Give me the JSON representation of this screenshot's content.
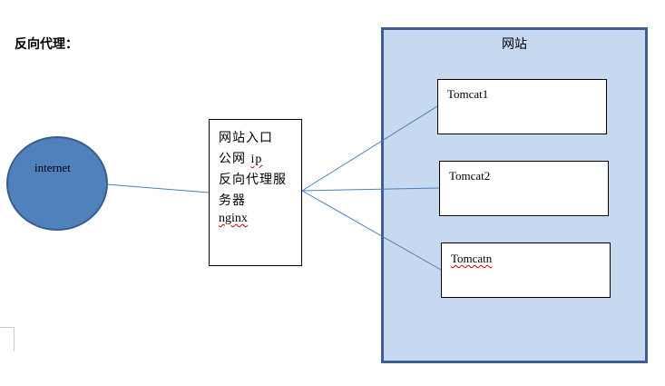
{
  "diagram": {
    "title": "反向代理：",
    "internet": {
      "label": "internet"
    },
    "proxy": {
      "lines": [
        "网站入口",
        "公网 ip",
        "反向代理服",
        "务器",
        "nginx"
      ],
      "proxy_line_1_plain": "公网 ",
      "proxy_line_1_marked": "ip"
    },
    "website": {
      "label": "网站",
      "servers": [
        "Tomcat1",
        "Tomcat2",
        "Tomcatn"
      ]
    },
    "colors": {
      "internet_fill": "#4f81bd",
      "internet_stroke": "#385d8a",
      "group_fill": "#c6d9f1",
      "group_border": "#3f5f8f",
      "connector": "#4a7ebb"
    }
  }
}
